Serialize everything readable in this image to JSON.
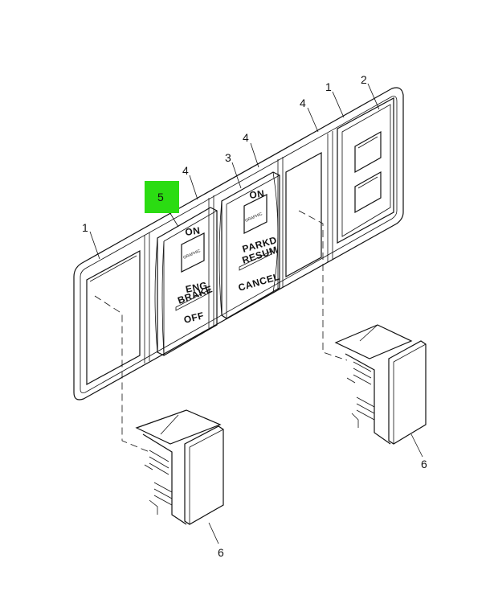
{
  "colors": {
    "highlight": "#2bdc12",
    "line": "#111111",
    "background": "#ffffff"
  },
  "callouts": {
    "c1_left": "1",
    "c1_right": "1",
    "c2": "2",
    "c3": "3",
    "c4_a": "4",
    "c4_b": "4",
    "c4_c": "4",
    "c5": "5",
    "c6_left": "6",
    "c6_right": "6"
  },
  "switch_eng_brake": {
    "on": "ON",
    "graphic": "GRAPHIC",
    "line1": "ENG",
    "line2": "BRAKE",
    "off": "OFF"
  },
  "switch_parkd_resum": {
    "on": "ON",
    "graphic": "GRAPHIC",
    "line1": "PARKD",
    "line2": "RESUM",
    "cancel": "CANCEL"
  }
}
